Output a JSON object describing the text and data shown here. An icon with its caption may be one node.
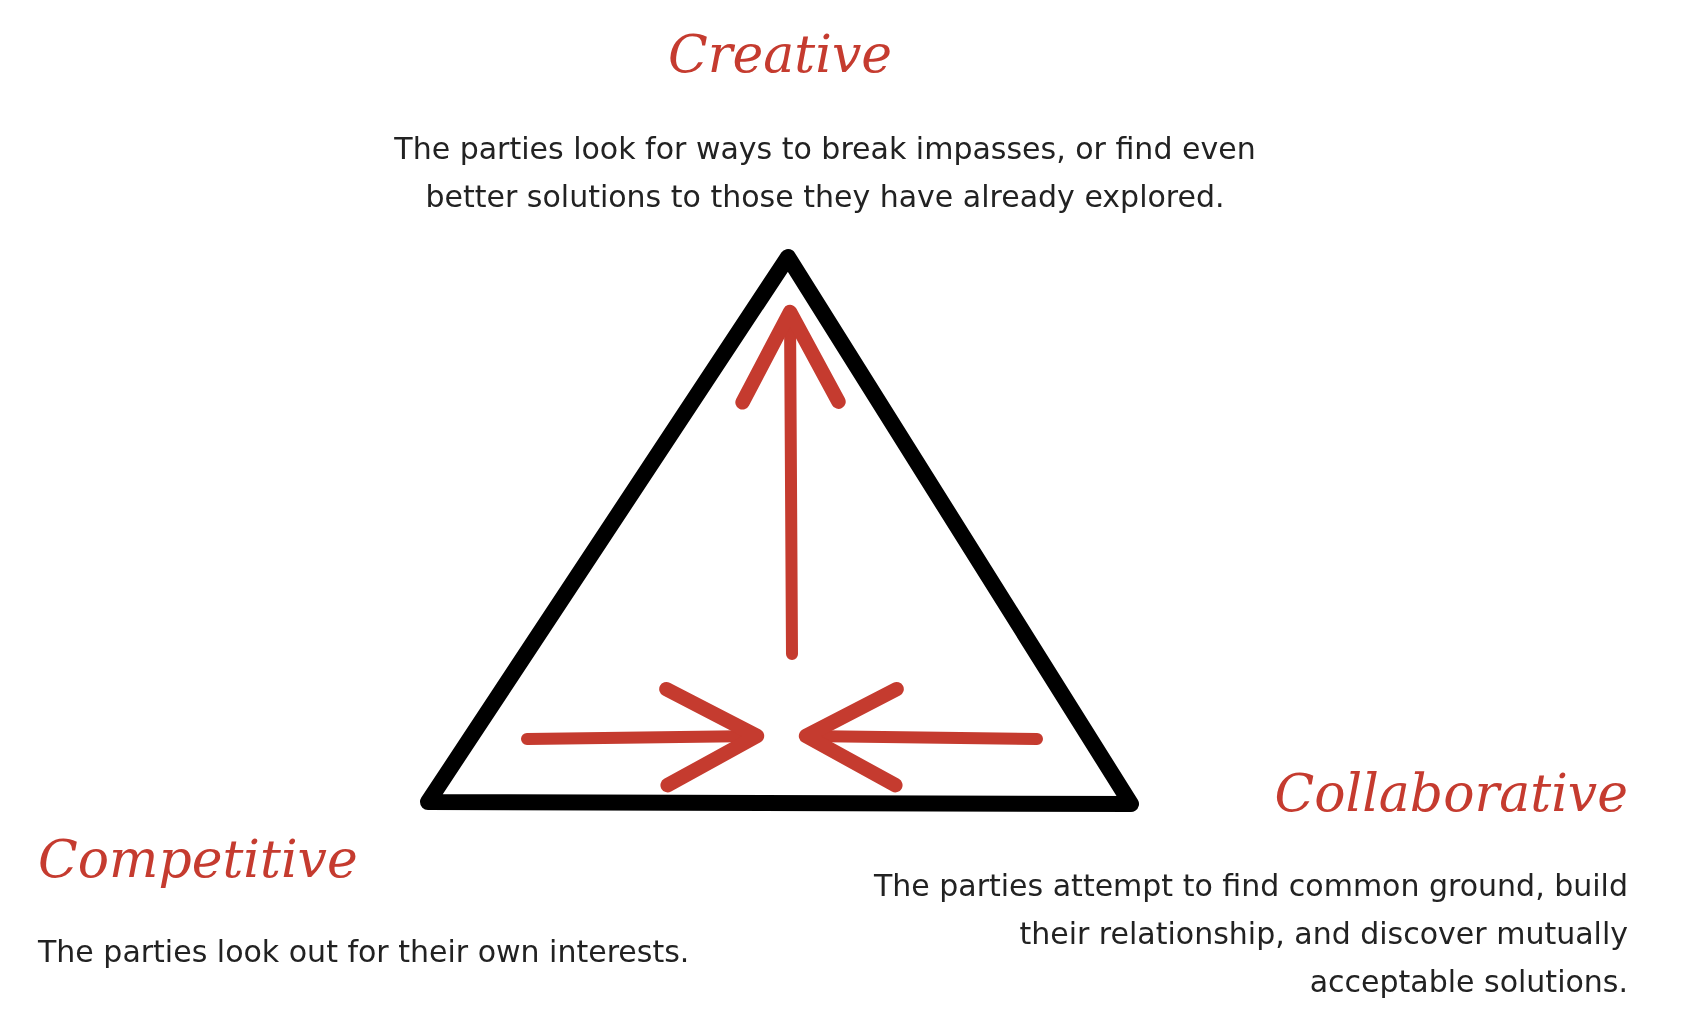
{
  "diagram": {
    "labels": [
      "Creative",
      "The parties look for ways to break impasses, or find even better solutions to those they have already explored.",
      "Competitive",
      "The parties look out for their own interests.",
      "Collaborative",
      "The parties attempt to find common ground, build their relationship, and discover mutually acceptable solutions."
    ]
  }
}
